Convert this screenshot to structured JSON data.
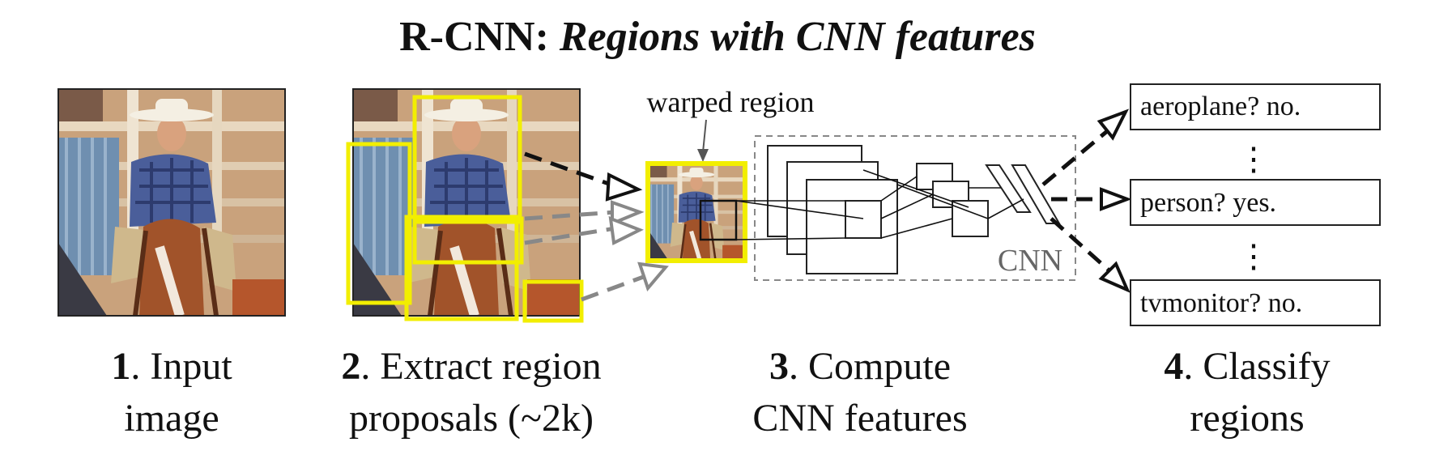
{
  "title": {
    "prefix": "R-CNN: ",
    "emphasis": "Regions with CNN features"
  },
  "warped_label": "warped region",
  "cnn_label": "CNN",
  "steps": [
    {
      "num": "1",
      "line1_rest": ". Input",
      "line2": "image"
    },
    {
      "num": "2",
      "line1_rest": ". Extract region",
      "line2": "proposals (~2k)"
    },
    {
      "num": "3",
      "line1_rest": ". Compute",
      "line2": "CNN features"
    },
    {
      "num": "4",
      "line1_rest": ". Classify",
      "line2": "regions"
    }
  ],
  "classes": [
    {
      "label": "aeroplane? no."
    },
    {
      "label": "person? yes."
    },
    {
      "label": "tvmonitor? no."
    }
  ],
  "ellipsis": "⋮",
  "colors": {
    "proposal_box": "#f2ee00",
    "arrow_dark": "#111111",
    "arrow_gray": "#888888",
    "cnn_border": "#888888",
    "text": "#111111"
  }
}
